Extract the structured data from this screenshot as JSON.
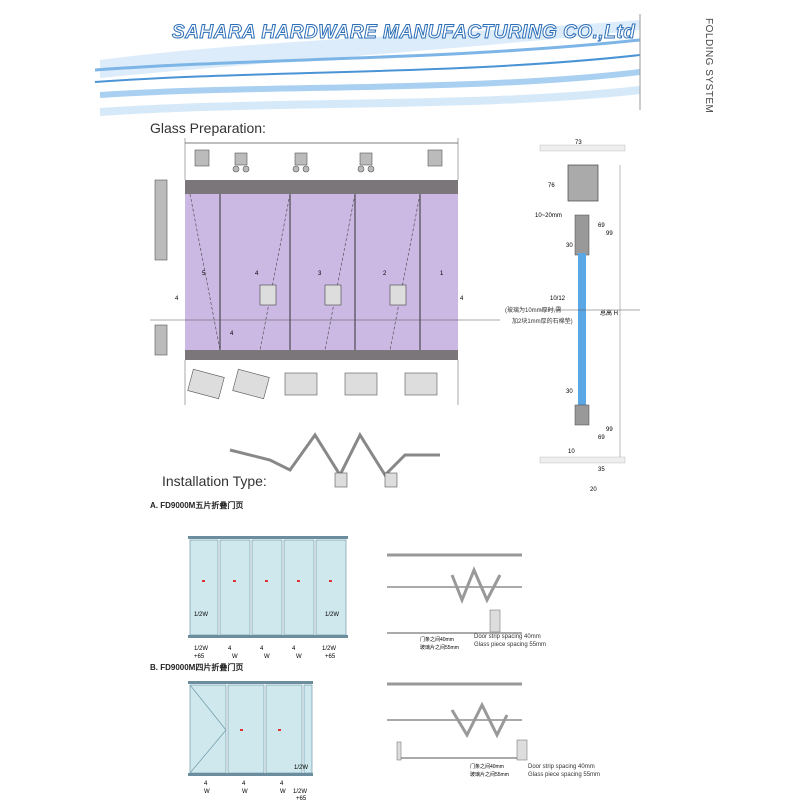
{
  "header": {
    "company": "SAHARA HARDWARE MANUFACTURING CO.,Ltd",
    "side_label": "FOLDING SYSTEM"
  },
  "glass_prep": {
    "title": "Glass Preparation:",
    "panel_numbers": [
      "5",
      "4",
      "3",
      "2",
      "1"
    ],
    "gap": "4"
  },
  "section_view": {
    "width": "73",
    "top_height": "76",
    "clearance": "10~20mm",
    "dim_69_top": "69",
    "dim_99_top": "99",
    "dim_30_top": "30",
    "glass_thk": "10/12",
    "note_line1": "(玻璃为10mm厚时,需",
    "note_line2": "加2块1mm厚的石棉垫)",
    "height_label": "总高 H",
    "dim_30_bot": "30",
    "dim_69_bot": "69",
    "dim_99_bot": "99",
    "dim_10": "10",
    "dim_35": "35",
    "dim_20": "20"
  },
  "install": {
    "title": "Installation Type:",
    "type_a": "A. FD9000M五片折叠门页",
    "type_b": "B. FD9000M四片折叠门页",
    "half_w": "1/2W",
    "four": "4",
    "w": "W",
    "half_w_65": "+65",
    "door_strip_cn": "门条之间40mm",
    "door_strip_en": "Door strip spacing 40mm",
    "glass_piece_cn": "玻璃片之间55mm",
    "glass_piece_en": "Glass piece spacing 55mm"
  }
}
